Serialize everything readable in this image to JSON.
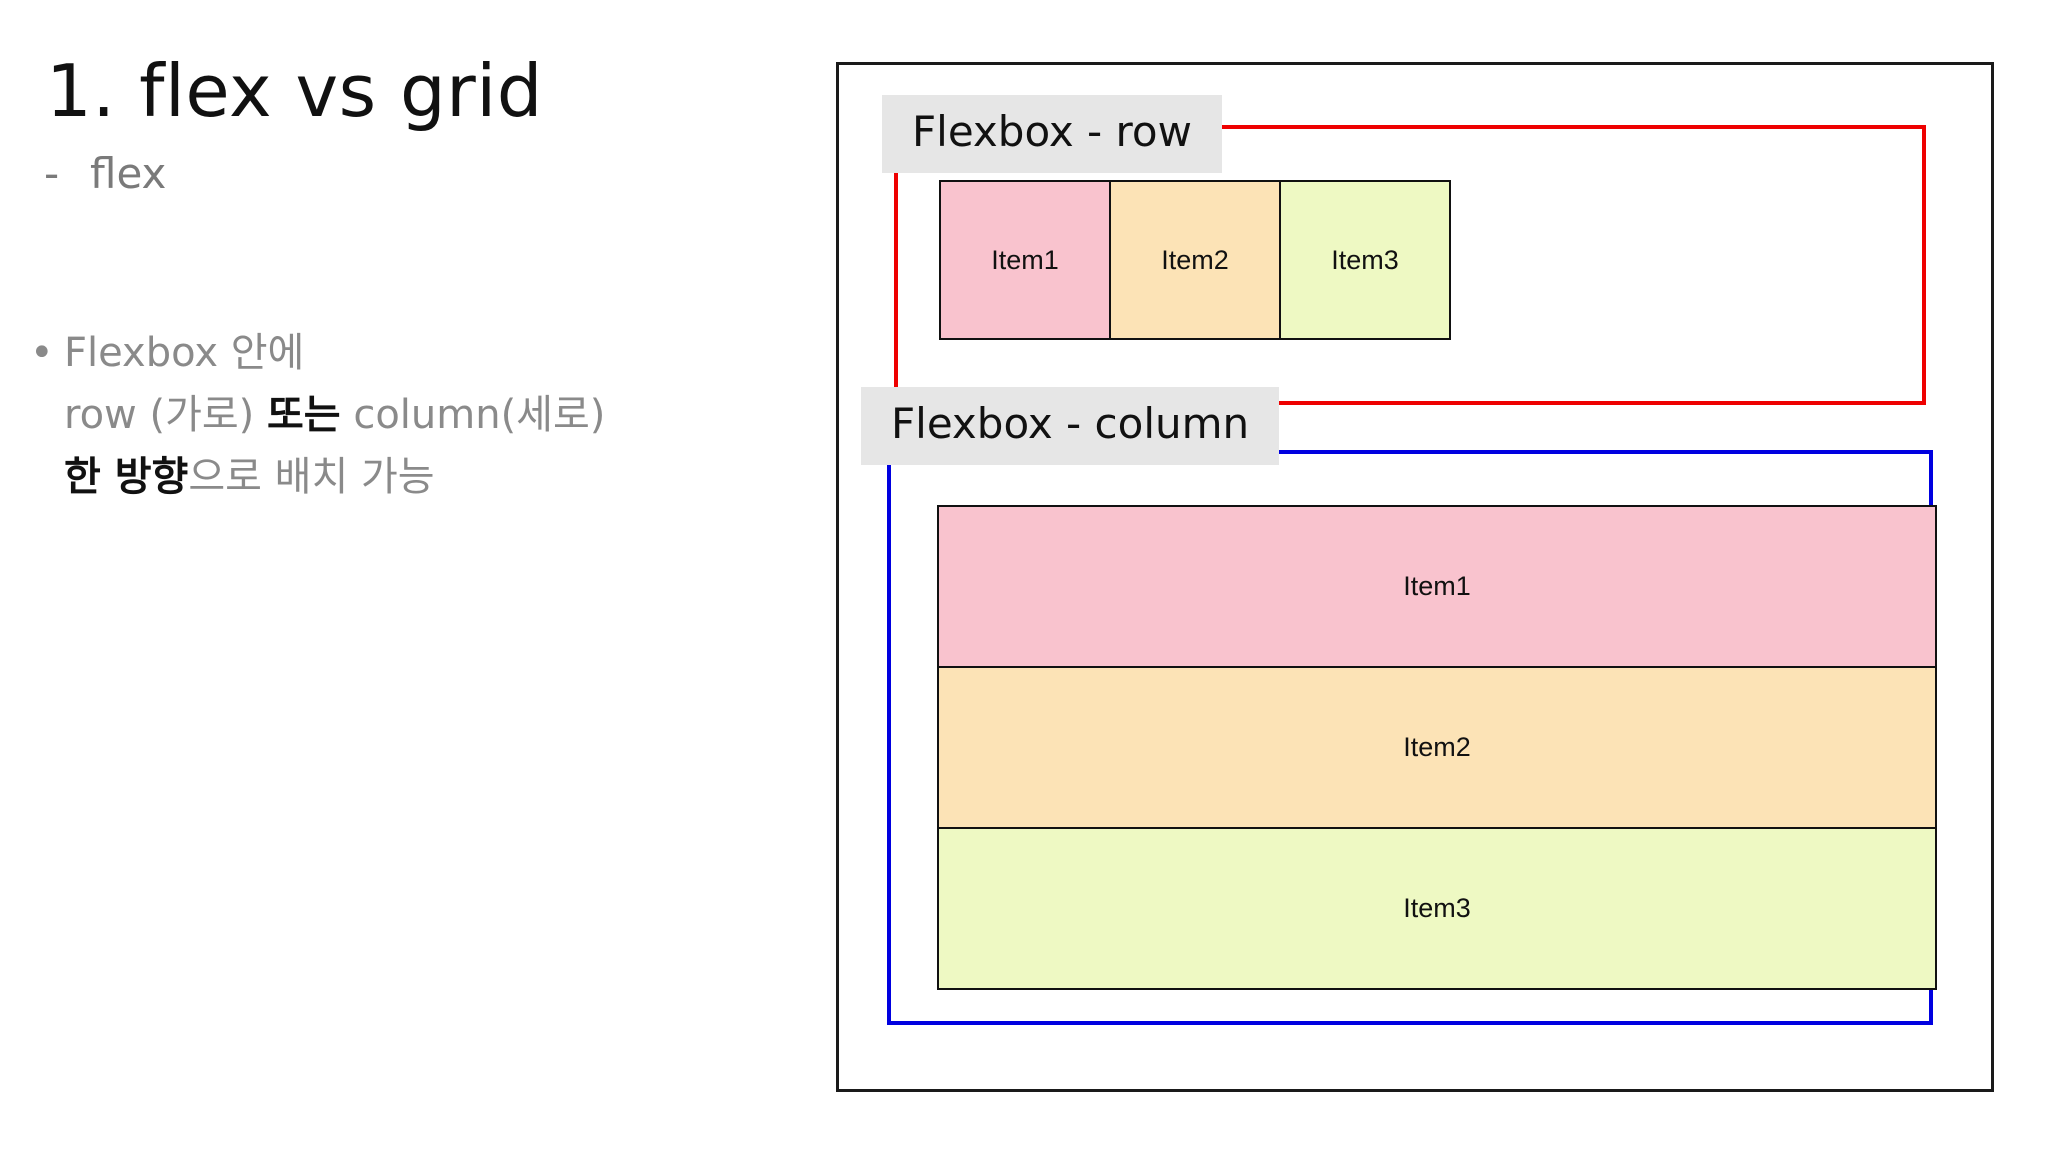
{
  "slide": {
    "title": "1. flex vs grid",
    "sub_bullet": {
      "dash": "-",
      "text": "flex"
    },
    "body": {
      "bullet_glyph": "•",
      "line1": "Flexbox 안에",
      "line2_part1": "row (가로) ",
      "line2_emph": "또는",
      "line2_part2": " column(세로)",
      "line3_emph": "한 방향",
      "line3_part2": "으로 배치 가능"
    }
  },
  "diagram": {
    "row_demo": {
      "label": "Flexbox - row",
      "container_border_color": "#ee0000",
      "items": [
        {
          "label": "Item1",
          "color": "#f9c3ce"
        },
        {
          "label": "Item2",
          "color": "#fce3b6"
        },
        {
          "label": "Item3",
          "color": "#eef9c3"
        }
      ]
    },
    "column_demo": {
      "label": "Flexbox - column",
      "container_border_color": "#0000e0",
      "items": [
        {
          "label": "Item1",
          "color": "#f9c3ce"
        },
        {
          "label": "Item2",
          "color": "#fce3b6"
        },
        {
          "label": "Item3",
          "color": "#eef9c3"
        }
      ]
    },
    "outer_border_color": "#1a1a1a",
    "label_background": "#e6e6e6"
  }
}
